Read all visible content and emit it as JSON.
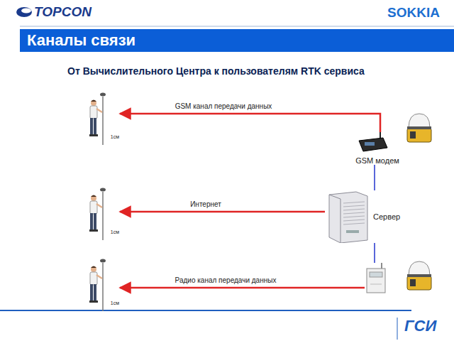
{
  "diagram": {
    "title": "Каналы связи",
    "nodes": [
      {
        "text": [
          "1см"
        ]
      },
      {
        "text": [
          "GSM модем"
        ]
      },
      {
        "text": [
          "1см"
        ]
      },
      {
        "text": [
          "Сервер"
        ]
      },
      {
        "text": [
          "1см"
        ]
      },
      {
        "text": []
      }
    ],
    "edges": [
      {
        "from": 1,
        "to": 0,
        "label": "GSM канал передачи данных",
        "arrow": "to"
      },
      {
        "from": 3,
        "to": 2,
        "label": "Интернет",
        "arrow": "to"
      },
      {
        "from": 5,
        "to": 4,
        "label": "Радио канал передачи данных",
        "arrow": "to"
      },
      {
        "from": 1,
        "to": 3,
        "arrow": "none"
      },
      {
        "from": 3,
        "to": 5,
        "arrow": "none"
      }
    ],
    "labels": [
      "TOPCON",
      "SOKKIA",
      "От Вычислительного Центра к пользователям RTK сервиса",
      "ГСИ"
    ]
  }
}
